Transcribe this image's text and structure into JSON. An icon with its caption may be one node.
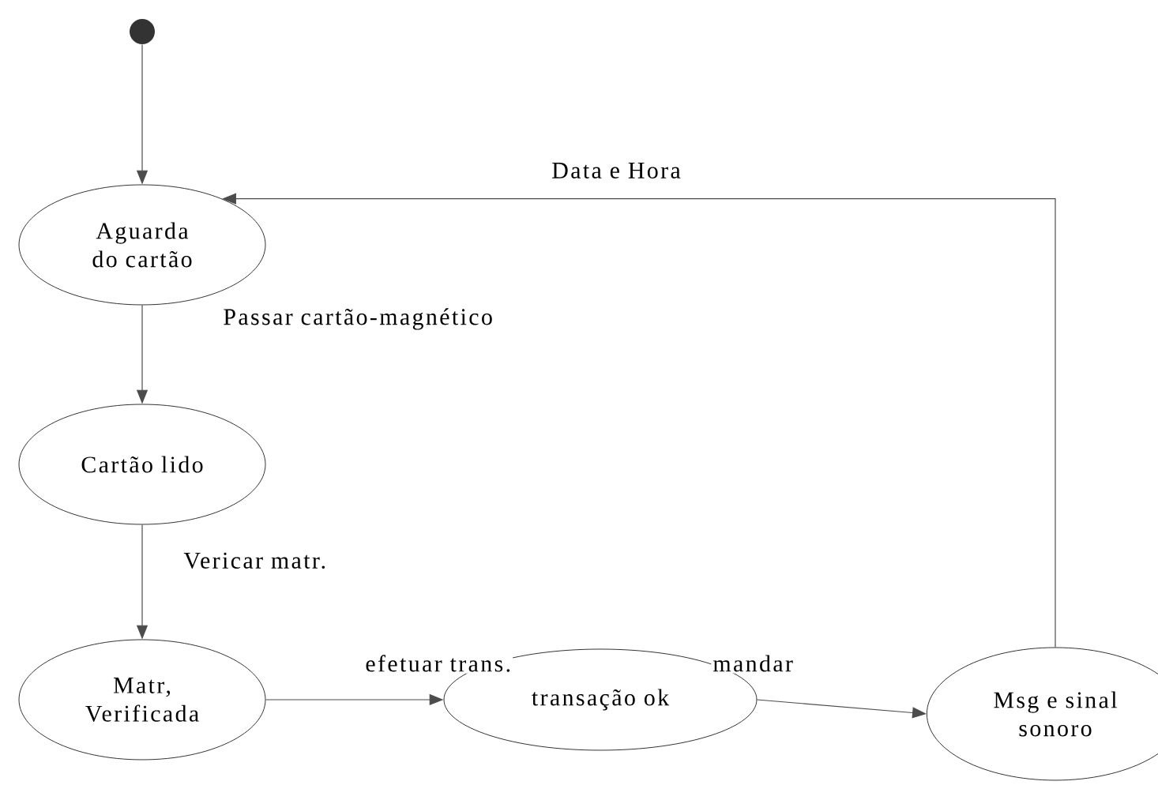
{
  "diagram": {
    "nodes": [
      {
        "text": [],
        "shape": "circle"
      },
      {
        "text": [
          "Aguarda do cartão"
        ]
      },
      {
        "text": [
          "Cartão lido"
        ]
      },
      {
        "text": [
          "Matr, Verificada"
        ]
      },
      {
        "text": [
          "transação ok"
        ]
      },
      {
        "text": [
          "Msg e sinal sonoro"
        ]
      }
    ],
    "edges": [
      {
        "from": 0,
        "to": 1,
        "arrow": "to"
      },
      {
        "from": 1,
        "to": 2,
        "arrow": "to",
        "label": "Passar cartão-magnético"
      },
      {
        "from": 2,
        "to": 3,
        "arrow": "to",
        "label": "Vericar matr."
      },
      {
        "from": 3,
        "to": 4,
        "arrow": "to",
        "label": "efetuar trans."
      },
      {
        "from": 4,
        "to": 5,
        "arrow": "to",
        "label": "mandar"
      },
      {
        "from": 5,
        "to": 1,
        "arrow": "to",
        "label": "Data e Hora"
      }
    ]
  }
}
